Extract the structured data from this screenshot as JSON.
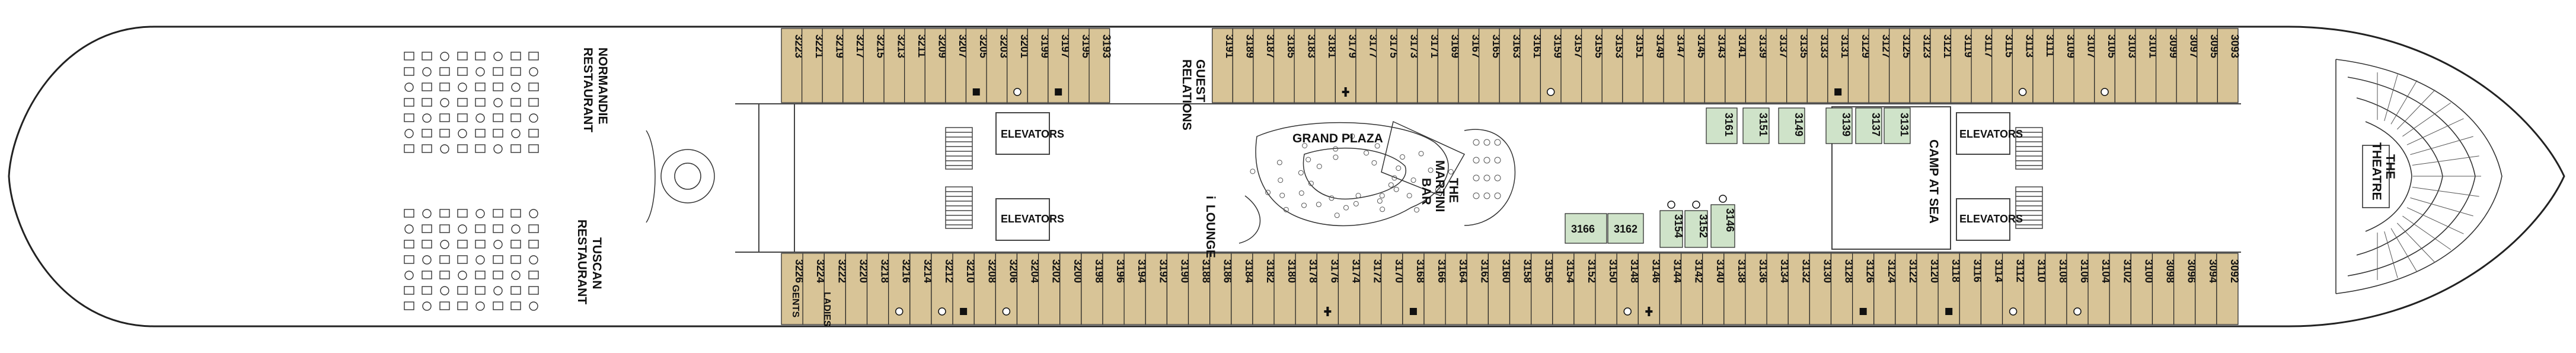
{
  "colors": {
    "cabin_tan": "#d8c497",
    "cabin_green": "#cfe3c9",
    "outline": "#222222",
    "background": "#ffffff"
  },
  "labels": {
    "normandie_1": "NORMANDIE",
    "normandie_2": "RESTAURANT",
    "tuscan_1": "TUSCAN",
    "tuscan_2": "RESTAURANT",
    "guest_1": "GUEST",
    "guest_2": "RELATIONS",
    "lounge_1": "i",
    "lounge_2": "LOUNGE",
    "grand_plaza": "GRAND PLAZA",
    "martini_1": "THE",
    "martini_2": "MARTINI",
    "martini_3": "BAR",
    "elevators": "ELEVATORS",
    "camp_at_sea": "CAMP AT SEA",
    "theatre_1": "THE",
    "theatre_2": "THEATRE",
    "gents": "GENTS",
    "ladies": "LADIES"
  },
  "cabins_top": [
    {
      "num": "3223"
    },
    {
      "num": "3221"
    },
    {
      "num": "3219"
    },
    {
      "num": "3217"
    },
    {
      "num": "3215"
    },
    {
      "num": "3213"
    },
    {
      "num": "3211"
    },
    {
      "num": "3209"
    },
    {
      "num": "3207"
    },
    {
      "num": "3205",
      "mark": "square"
    },
    {
      "num": "3203"
    },
    {
      "num": "3201",
      "mark": "circle"
    },
    {
      "num": "3199"
    },
    {
      "num": "3197",
      "mark": "square"
    },
    {
      "num": "3195"
    },
    {
      "num": "3193"
    },
    {
      "num": "3191",
      "gap": true
    },
    {
      "num": "3189"
    },
    {
      "num": "3187"
    },
    {
      "num": "3185"
    },
    {
      "num": "3183"
    },
    {
      "num": "3181"
    },
    {
      "num": "3179",
      "mark": "plus"
    },
    {
      "num": "3177"
    },
    {
      "num": "3175"
    },
    {
      "num": "3173"
    },
    {
      "num": "3171"
    },
    {
      "num": "3169"
    },
    {
      "num": "3167"
    },
    {
      "num": "3165"
    },
    {
      "num": "3163"
    },
    {
      "num": "3161"
    },
    {
      "num": "3159",
      "mark": "circle"
    },
    {
      "num": "3157"
    },
    {
      "num": "3155"
    },
    {
      "num": "3153"
    },
    {
      "num": "3151"
    },
    {
      "num": "3149"
    },
    {
      "num": "3147"
    },
    {
      "num": "3145"
    },
    {
      "num": "3143"
    },
    {
      "num": "3141"
    },
    {
      "num": "3139"
    },
    {
      "num": "3137"
    },
    {
      "num": "3135"
    },
    {
      "num": "3133"
    },
    {
      "num": "3131",
      "mark": "square"
    },
    {
      "num": "3129"
    },
    {
      "num": "3127"
    },
    {
      "num": "3125"
    },
    {
      "num": "3123"
    },
    {
      "num": "3121"
    },
    {
      "num": "3119"
    },
    {
      "num": "3117"
    },
    {
      "num": "3115"
    },
    {
      "num": "3113",
      "mark": "circle"
    },
    {
      "num": "3111"
    },
    {
      "num": "3109"
    },
    {
      "num": "3107"
    },
    {
      "num": "3105",
      "mark": "circle"
    },
    {
      "num": "3103"
    },
    {
      "num": "3101"
    },
    {
      "num": "3099"
    },
    {
      "num": "3097"
    },
    {
      "num": "3095"
    },
    {
      "num": "3093"
    }
  ],
  "cabins_bottom": [
    {
      "num": "3226"
    },
    {
      "num": "3224"
    },
    {
      "num": "3222"
    },
    {
      "num": "3220"
    },
    {
      "num": "3218"
    },
    {
      "num": "3216",
      "mark": "circle"
    },
    {
      "num": "3214"
    },
    {
      "num": "3212",
      "mark": "circle"
    },
    {
      "num": "3210",
      "mark": "square"
    },
    {
      "num": "3208"
    },
    {
      "num": "3206",
      "mark": "circle"
    },
    {
      "num": "3204"
    },
    {
      "num": "3202"
    },
    {
      "num": "3200"
    },
    {
      "num": "3198"
    },
    {
      "num": "3196"
    },
    {
      "num": "3194"
    },
    {
      "num": "3192"
    },
    {
      "num": "3190"
    },
    {
      "num": "3188"
    },
    {
      "num": "3186"
    },
    {
      "num": "3184"
    },
    {
      "num": "3182"
    },
    {
      "num": "3180"
    },
    {
      "num": "3178"
    },
    {
      "num": "3176",
      "mark": "plus"
    },
    {
      "num": "3174"
    },
    {
      "num": "3172"
    },
    {
      "num": "3170"
    },
    {
      "num": "3168",
      "mark": "square"
    },
    {
      "num": "3166"
    },
    {
      "num": "3164"
    },
    {
      "num": "3162"
    },
    {
      "num": "3160"
    },
    {
      "num": "3158"
    },
    {
      "num": "3156"
    },
    {
      "num": "3154"
    },
    {
      "num": "3152"
    },
    {
      "num": "3150"
    },
    {
      "num": "3148",
      "mark": "circle"
    },
    {
      "num": "3146",
      "mark": "plus"
    },
    {
      "num": "3144"
    },
    {
      "num": "3142"
    },
    {
      "num": "3140"
    },
    {
      "num": "3138"
    },
    {
      "num": "3136"
    },
    {
      "num": "3134"
    },
    {
      "num": "3132"
    },
    {
      "num": "3130"
    },
    {
      "num": "3128"
    },
    {
      "num": "3126",
      "mark": "square"
    },
    {
      "num": "3124"
    },
    {
      "num": "3122"
    },
    {
      "num": "3120"
    },
    {
      "num": "3118",
      "mark": "square"
    },
    {
      "num": "3116"
    },
    {
      "num": "3114"
    },
    {
      "num": "3112",
      "mark": "circle"
    },
    {
      "num": "3110"
    },
    {
      "num": "3108"
    },
    {
      "num": "3106",
      "mark": "circle"
    },
    {
      "num": "3104"
    },
    {
      "num": "3102"
    },
    {
      "num": "3100"
    },
    {
      "num": "3098"
    },
    {
      "num": "3096"
    },
    {
      "num": "3094"
    },
    {
      "num": "3092"
    }
  ],
  "cabins_interior_top": [
    {
      "num": "3161",
      "color": "green"
    },
    {
      "num": "3151",
      "color": "green"
    },
    {
      "num": "3149",
      "color": "green"
    },
    {
      "num": "3139",
      "color": "green"
    },
    {
      "num": "3137",
      "color": "green"
    },
    {
      "num": "3131",
      "color": "green"
    }
  ],
  "cabins_interior_bottom": [
    {
      "num": "3166",
      "color": "green"
    },
    {
      "num": "3162",
      "color": "green"
    },
    {
      "num": "3154",
      "color": "green",
      "mark": "circle"
    },
    {
      "num": "3152",
      "color": "green",
      "mark": "circle"
    },
    {
      "num": "3146",
      "color": "green",
      "mark": "circle"
    }
  ]
}
